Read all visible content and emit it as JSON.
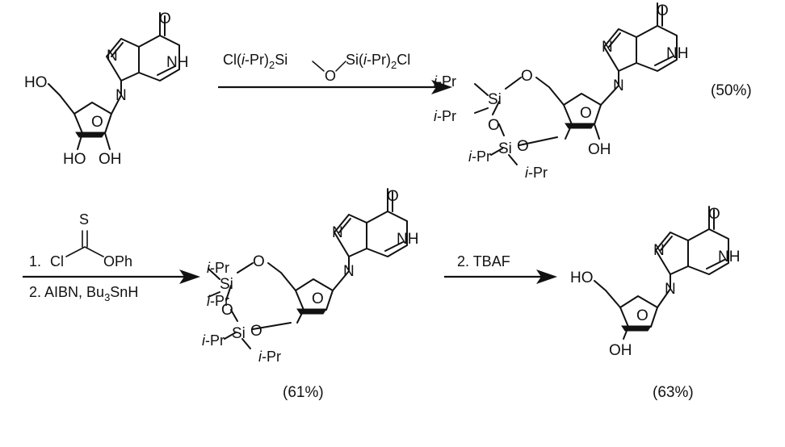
{
  "step1": {
    "reagent_pre": "Cl(",
    "reagent_ipr1": "i",
    "reagent_mid1": "-Pr)",
    "reagent_sub1": "2",
    "reagent_mid2": "Si",
    "reagent_o": "O",
    "reagent_mid3": "Si(",
    "reagent_ipr2": "i",
    "reagent_mid4": "-Pr)",
    "reagent_sub2": "2",
    "reagent_post": "Cl"
  },
  "step2": {
    "line1_num": "1.",
    "line1_cl": "Cl",
    "line1_s": "S",
    "line1_oph": "OPh",
    "line2_pre": "2. AIBN, Bu",
    "line2_sub": "3",
    "line2_post": "SnH"
  },
  "step3": {
    "label": "2. TBAF"
  },
  "atoms": {
    "O": "O",
    "N": "N",
    "NH": "NH",
    "HO": "HO",
    "OH": "OH",
    "Si": "Si",
    "i": "i",
    "Pr": "-Pr"
  },
  "yields": {
    "product1": "(50%)",
    "product2": "(61%)",
    "product3": "(63%)"
  }
}
